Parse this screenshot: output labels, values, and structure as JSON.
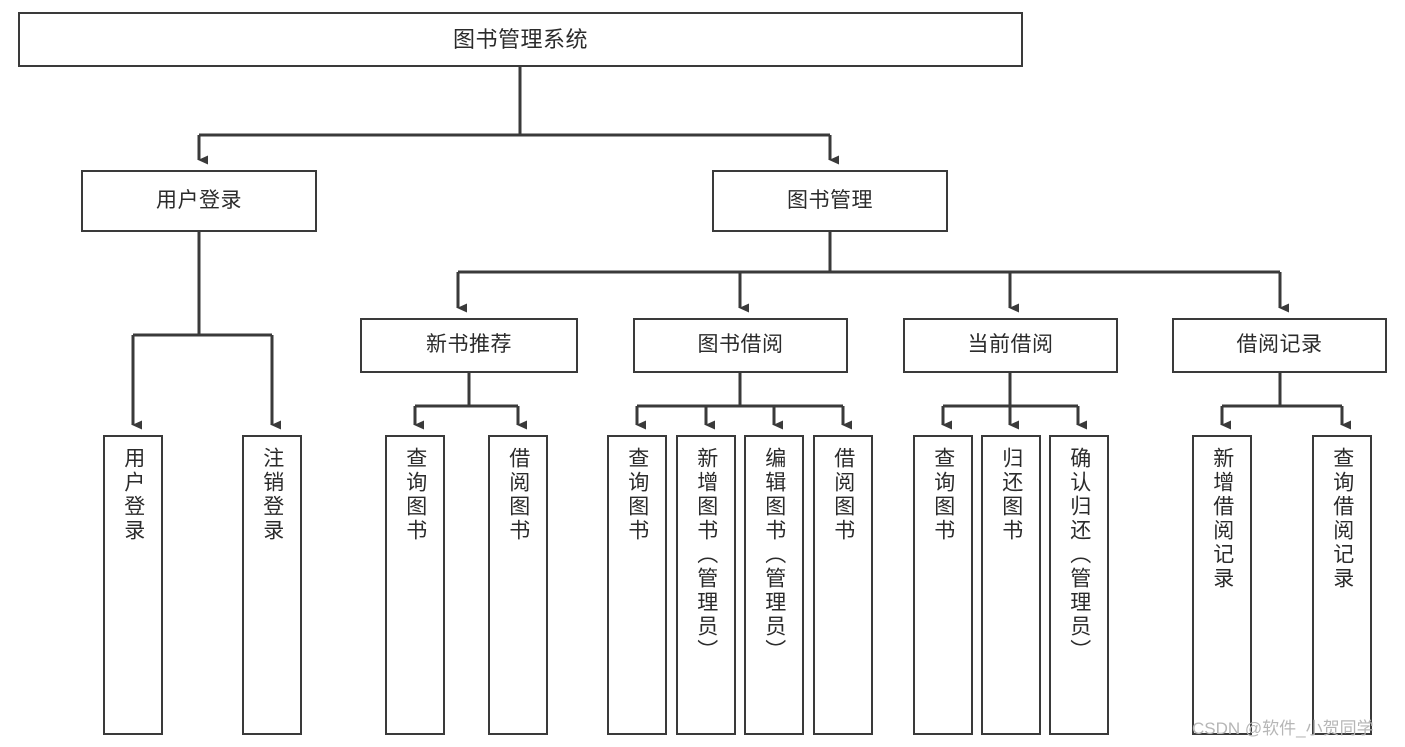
{
  "diagram": {
    "title": "图书管理系统",
    "type": "tree-hierarchy",
    "watermark": "CSDN @软件_小贺同学",
    "colors": {
      "node_border": "#3a3a3a",
      "node_fill": "#ffffff",
      "edge": "#3a3a3a",
      "text": "#2b2b2b",
      "watermark": "#b6b6b6",
      "background": "#ffffff"
    },
    "nodes": {
      "root": {
        "label": "图书管理系统",
        "level": 0
      },
      "user_login": {
        "label": "用户登录",
        "level": 1
      },
      "book_manage": {
        "label": "图书管理",
        "level": 1
      },
      "new_book_rec": {
        "label": "新书推荐",
        "level": 2
      },
      "book_borrow": {
        "label": "图书借阅",
        "level": 2
      },
      "current_borrow": {
        "label": "当前借阅",
        "level": 2
      },
      "borrow_record": {
        "label": "借阅记录",
        "level": 2
      },
      "leaf_user_login": {
        "label": "用户登录",
        "level": 2
      },
      "leaf_logout": {
        "label": "注销登录",
        "level": 2
      },
      "leaf_query_book_1": {
        "label": "查询图书",
        "level": 3
      },
      "leaf_borrow_book_1": {
        "label": "借阅图书",
        "level": 3
      },
      "leaf_query_book_2": {
        "label": "查询图书",
        "level": 3
      },
      "leaf_add_book": {
        "label": "新增图书（管理员）",
        "level": 3
      },
      "leaf_edit_book": {
        "label": "编辑图书（管理员）",
        "level": 3
      },
      "leaf_borrow_book_2": {
        "label": "借阅图书",
        "level": 3
      },
      "leaf_query_book_3": {
        "label": "查询图书",
        "level": 3
      },
      "leaf_return_book": {
        "label": "归还图书",
        "level": 3
      },
      "leaf_confirm_return": {
        "label": "确认归还（管理员）",
        "level": 3
      },
      "leaf_add_record": {
        "label": "新增借阅记录",
        "level": 3
      },
      "leaf_query_record": {
        "label": "查询借阅记录",
        "level": 3
      }
    }
  }
}
